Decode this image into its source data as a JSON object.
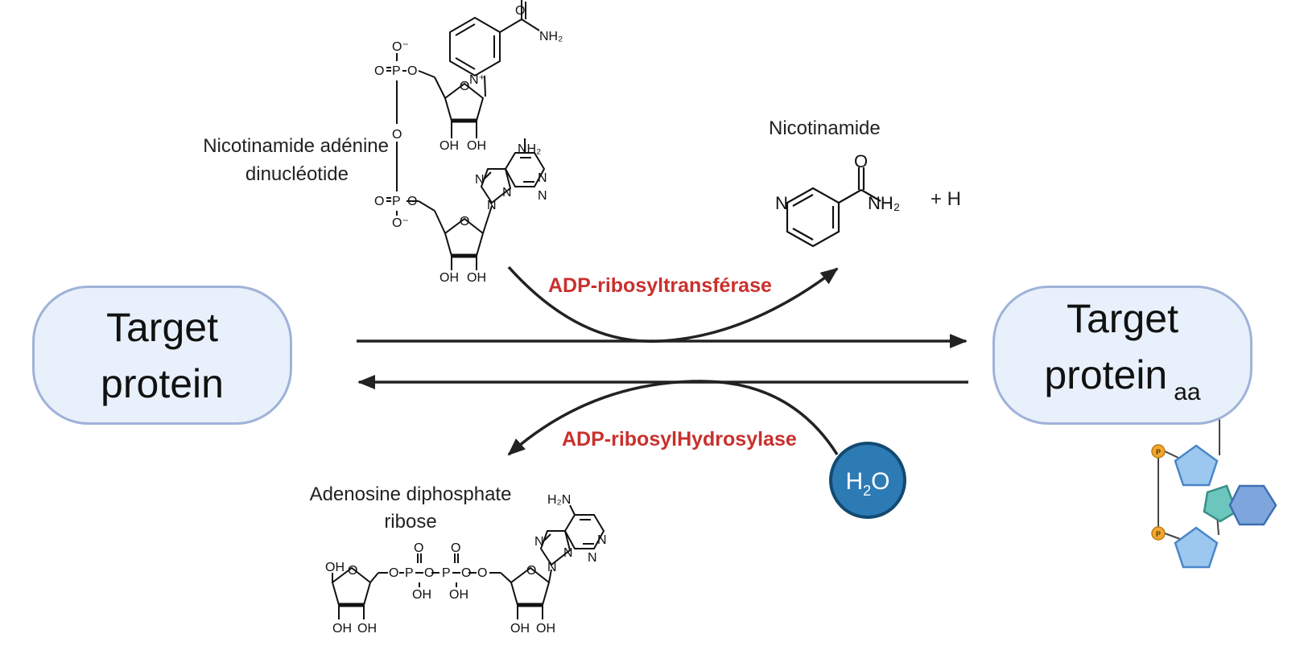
{
  "colors": {
    "enzyme_red": "#c9302c",
    "box_fill": "#e8f0fb",
    "box_border": "#9fb2d8",
    "water_fill": "#2d7bb5",
    "water_border": "#134a70",
    "pentose_fill": "#9cc8f0",
    "pentose_stroke": "#4a86c8",
    "purine_teal": "#6cc6bd",
    "purine_blue": "#7ea6dd",
    "phosphate": "#f0a830",
    "arrow": "#222222"
  },
  "left_box": {
    "line1": "Target",
    "line2": "protein"
  },
  "right_box": {
    "line1": "Target",
    "line2": "protein",
    "sub": "aa"
  },
  "nad": {
    "line1": "Nicotinamide adénine",
    "line2": "dinucléotide"
  },
  "nicotinamide": {
    "label": "Nicotinamide",
    "plus_h": "+ H"
  },
  "adpr": {
    "line1": "Adenosine diphosphate",
    "line2": "ribose"
  },
  "enzymes": {
    "forward": "ADP-ribosyltransférase",
    "reverse": "ADP-ribosylHydrosylase"
  },
  "water": {
    "h": "H",
    "sub2": "2",
    "o": "O"
  },
  "atoms": {
    "o": "O",
    "o_minus": "O⁻",
    "p": "P",
    "n": "N",
    "n_plus": "N⁺",
    "nh2": "NH₂",
    "h2n": "H₂N",
    "oh": "OH",
    "p_small": "P"
  }
}
